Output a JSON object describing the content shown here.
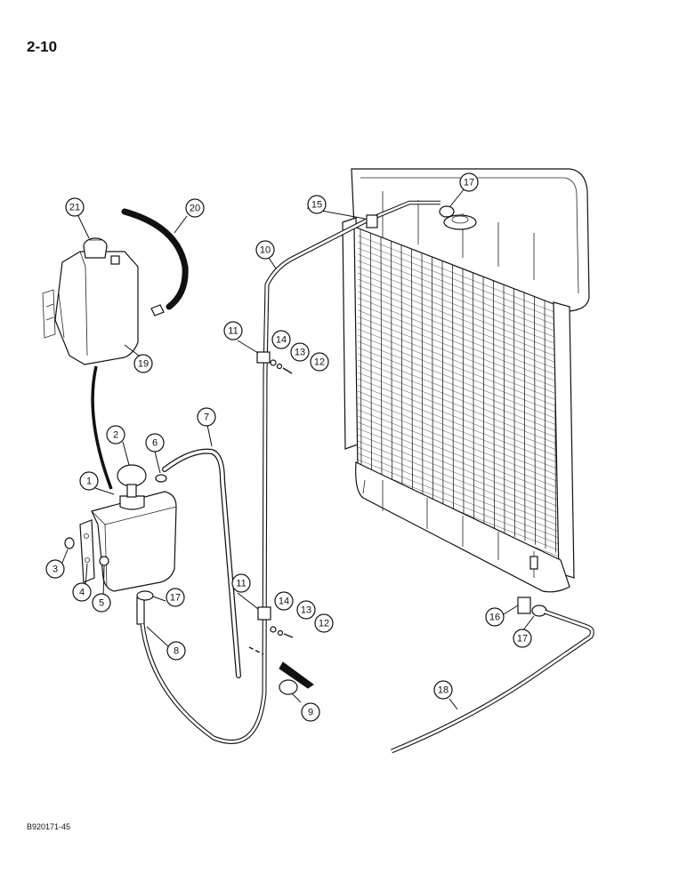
{
  "page": {
    "number": "2-10",
    "figure_code": "B920171-45"
  },
  "callouts": [
    {
      "id": "c1",
      "label": "1"
    },
    {
      "id": "c2",
      "label": "2"
    },
    {
      "id": "c3",
      "label": "3"
    },
    {
      "id": "c4",
      "label": "4"
    },
    {
      "id": "c5",
      "label": "5"
    },
    {
      "id": "c6",
      "label": "6"
    },
    {
      "id": "c7",
      "label": "7"
    },
    {
      "id": "c8",
      "label": "8"
    },
    {
      "id": "c9",
      "label": "9"
    },
    {
      "id": "c10",
      "label": "10"
    },
    {
      "id": "c11a",
      "label": "11"
    },
    {
      "id": "c11b",
      "label": "11"
    },
    {
      "id": "c12a",
      "label": "12"
    },
    {
      "id": "c12b",
      "label": "12"
    },
    {
      "id": "c13a",
      "label": "13"
    },
    {
      "id": "c13b",
      "label": "13"
    },
    {
      "id": "c14a",
      "label": "14"
    },
    {
      "id": "c14b",
      "label": "14"
    },
    {
      "id": "c15",
      "label": "15"
    },
    {
      "id": "c16",
      "label": "16"
    },
    {
      "id": "c17a",
      "label": "17"
    },
    {
      "id": "c17b",
      "label": "17"
    },
    {
      "id": "c17c",
      "label": "17"
    },
    {
      "id": "c18",
      "label": "18"
    },
    {
      "id": "c19",
      "label": "19"
    },
    {
      "id": "c20",
      "label": "20"
    },
    {
      "id": "c21",
      "label": "21"
    }
  ]
}
